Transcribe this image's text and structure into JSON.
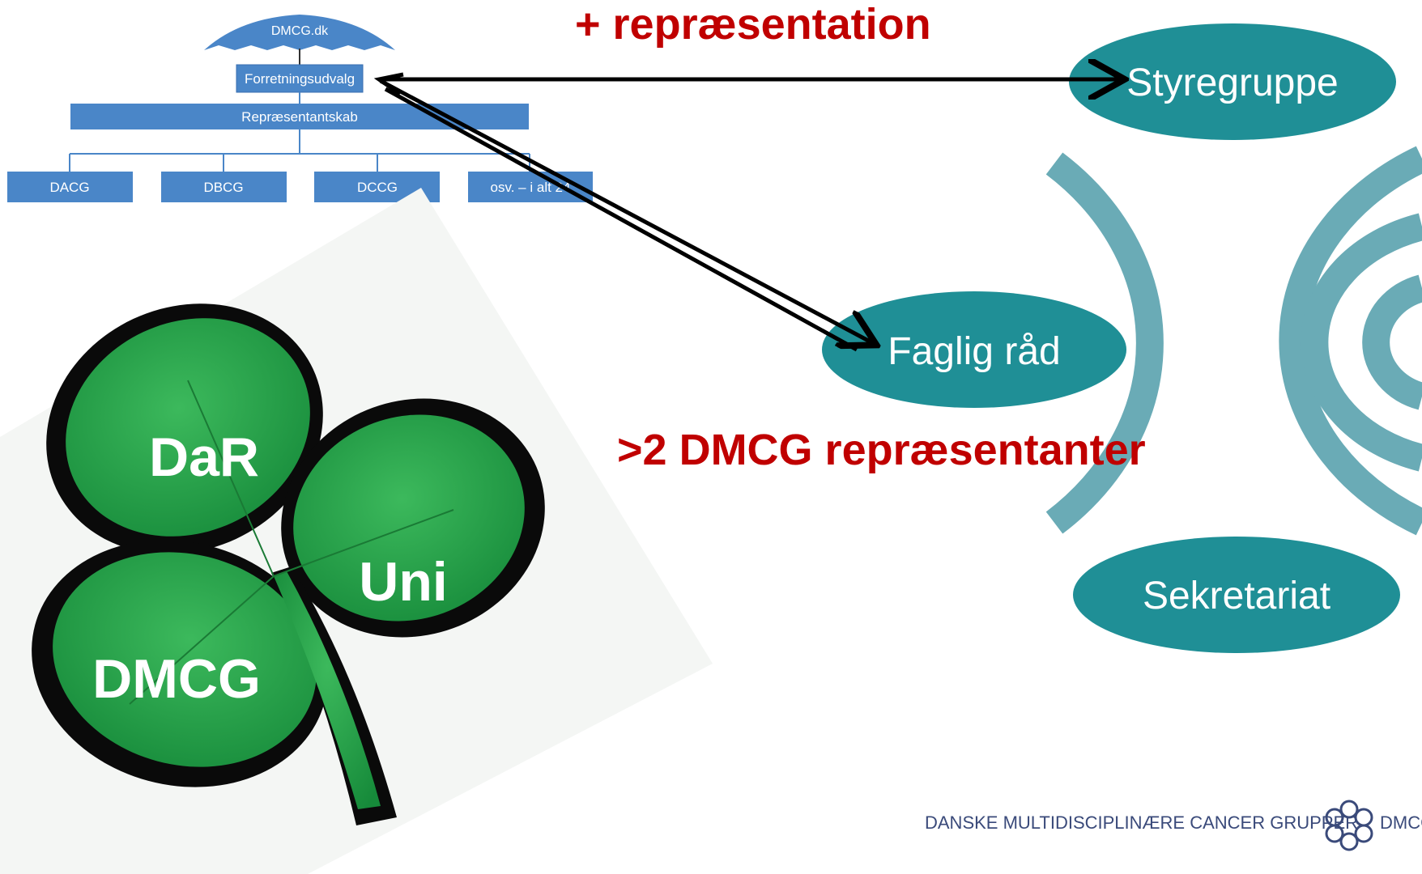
{
  "headline_top": "+ repræsentation",
  "headline_mid": ">2 DMCG repræsentanter",
  "org_chart": {
    "umbrella_label": "DMCG.dk",
    "forretningsudvalg": "Forretningsudvalg",
    "repraesentantskab": "Repræsentantskab",
    "groups": [
      "DACG",
      "DBCG",
      "DCCG",
      "osv. – i alt 24"
    ]
  },
  "ellipses": {
    "styregruppe": "Styregruppe",
    "faglig_raad": "Faglig råd",
    "sekretariat": "Sekretariat"
  },
  "clover": {
    "leaf_top": "DaR",
    "leaf_right": "Uni",
    "leaf_left": "DMCG"
  },
  "footer": {
    "org_name": "DANSKE MULTIDISCIPLINÆRE CANCER GRUPPER",
    "abbr": "DMCG"
  },
  "colors": {
    "teal": "#1f8f96",
    "arc_teal": "#6aabb6",
    "org_blue": "#4a86c8",
    "headline_red": "#c00000",
    "clover_green": "#2e9e4a",
    "footer_navy": "#3a4a7a"
  }
}
